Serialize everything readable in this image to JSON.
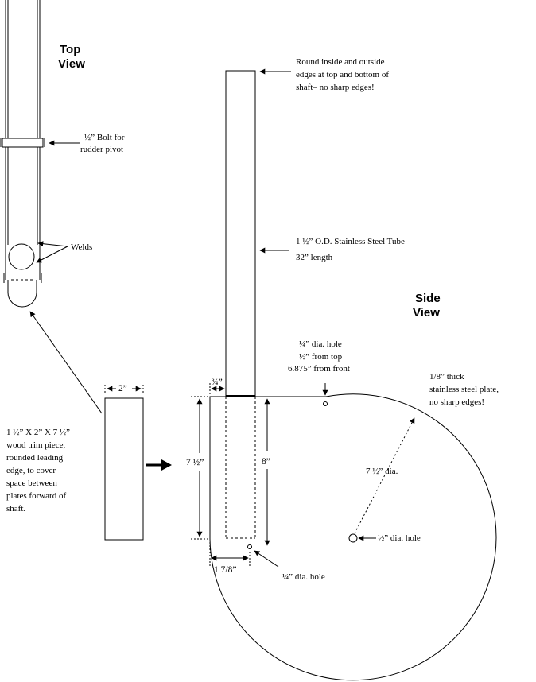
{
  "top_view": {
    "title_line1": "Top",
    "title_line2": "View",
    "bolt_label_line1": "½” Bolt for",
    "bolt_label_line2": "rudder pivot",
    "welds_label": "Welds"
  },
  "side_view": {
    "title_line1": "Side",
    "title_line2": "View",
    "round_note_line1": "Round inside and outside",
    "round_note_line2": "edges at top and bottom of",
    "round_note_line3": "shaft– no sharp edges!",
    "tube_line1": "1 ½” O.D. Stainless Steel Tube",
    "tube_line2": "32” length",
    "top_hole_line1": "¼” dia. hole",
    "top_hole_line2": "½” from top",
    "top_hole_line3": "6.875” from front",
    "plate_line1": "1/8” thick",
    "plate_line2": "stainless steel plate,",
    "plate_line3": "no sharp edges!",
    "plate_dia": "7 ½” dia.",
    "half_hole": "½” dia. hole",
    "bottom_hole": "¼” dia. hole",
    "dim_three_quarter": "¾”",
    "dim_seven_half": "7 ½”",
    "dim_eight": "8”",
    "dim_one_seven_eighths": "1 7/8”"
  },
  "trim_piece": {
    "width_dim": "2”",
    "line1": "1 ½” X 2” X 7 ½”",
    "line2": "wood trim piece,",
    "line3": "rounded leading",
    "line4": "edge, to cover",
    "line5": "space between",
    "line6": "plates forward of",
    "line7": "shaft."
  }
}
